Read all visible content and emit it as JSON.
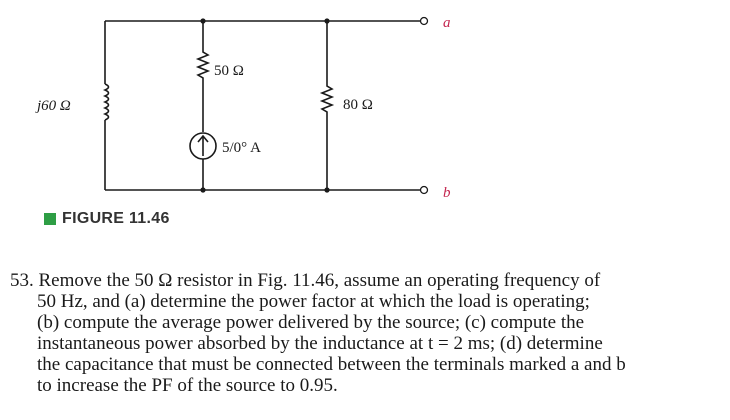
{
  "figure": {
    "inductor_label": "j60 Ω",
    "resistor1_label": "50 Ω",
    "resistor2_label": "80 Ω",
    "source_label": "5/0° A",
    "terminal_a": "a",
    "terminal_b": "b",
    "caption": "FIGURE 11.46"
  },
  "problem": {
    "number": "53.",
    "lines": [
      "Remove the 50 Ω resistor in Fig. 11.46, assume an operating frequency of",
      "50 Hz, and (a) determine the power factor at which the load is operating;",
      "(b) compute the average power delivered by the source; (c) compute the",
      "instantaneous power absorbed by the inductance at t = 2 ms; (d) determine",
      "the capacitance that must be connected between the terminals marked a and b",
      "to increase the PF of the source to 0.95."
    ]
  }
}
